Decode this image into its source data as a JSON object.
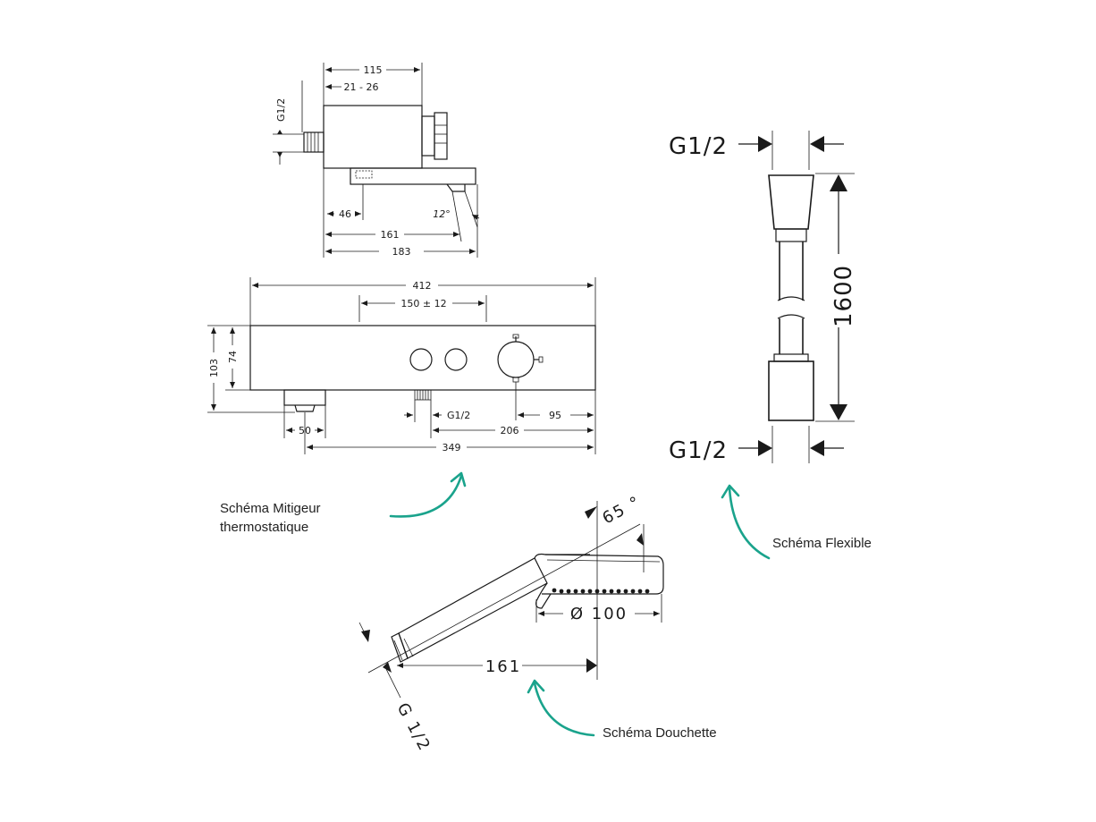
{
  "mixer_side": {
    "w115": "115",
    "w21_26": "21 - 26",
    "g12": "G1/2",
    "w46": "46",
    "angle12": "12°",
    "w161": "161",
    "w183": "183"
  },
  "mixer_front": {
    "w412": "412",
    "w150": "150 ± 12",
    "h103": "103",
    "h74": "74",
    "g12": "G1/2",
    "w95": "95",
    "w50": "50",
    "w206": "206",
    "w349": "349"
  },
  "hose": {
    "g12_top": "G1/2",
    "g12_bottom": "G1/2",
    "length": "1600"
  },
  "handshower": {
    "angle": "65 °",
    "diameter": "Ø 100",
    "length": "161",
    "g12": "G 1/2"
  },
  "labels": {
    "mixer_line1": "Schéma Mitigeur",
    "mixer_line2": "thermostatique",
    "hose": "Schéma Flexible",
    "handshower": "Schéma Douchette"
  },
  "colors": {
    "accent": "#1aa38c",
    "ink": "#1a1a1a"
  }
}
